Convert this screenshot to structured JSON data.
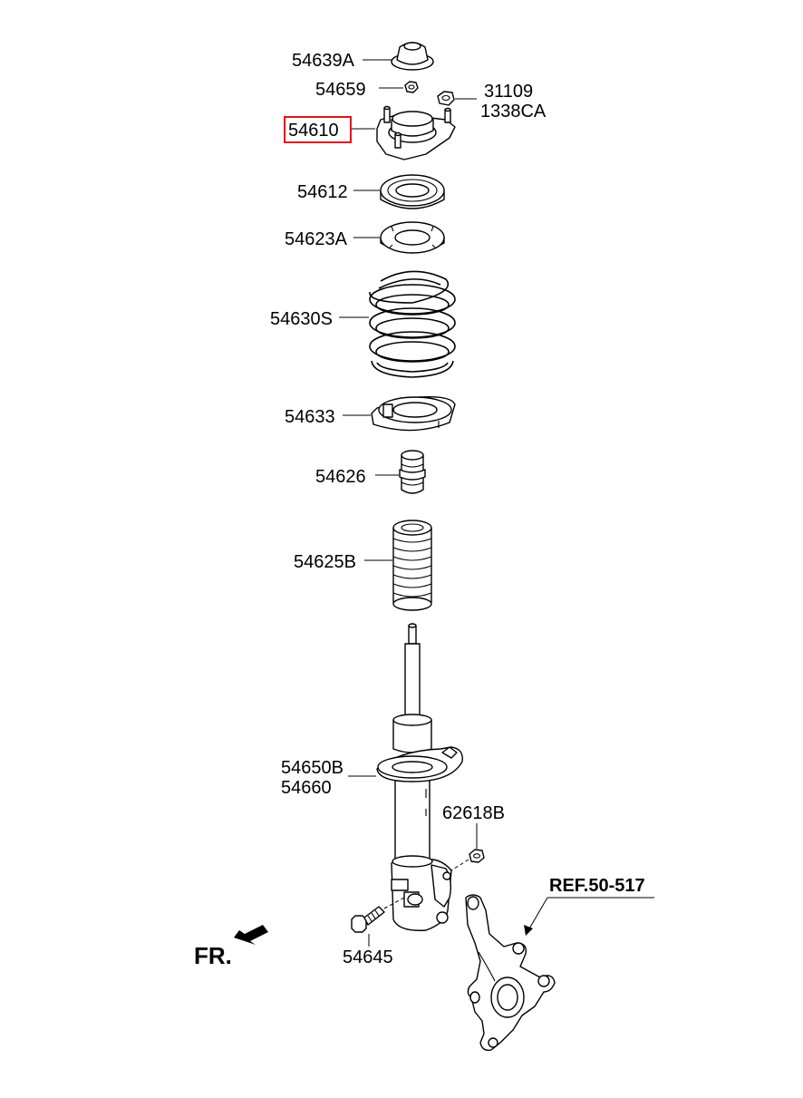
{
  "parts": {
    "p54639A": "54639A",
    "p54659": "54659",
    "p31109": "31109",
    "p1338CA": "1338CA",
    "p54610": "54610",
    "p54612": "54612",
    "p54623A": "54623A",
    "p54630S": "54630S",
    "p54633": "54633",
    "p54626": "54626",
    "p54625B": "54625B",
    "p54650B": "54650B",
    "p54660": "54660",
    "p62618B": "62618B",
    "p54645": "54645",
    "ref": "REF.50-517"
  },
  "direction_label": "FR.",
  "highlighted_part": "54610",
  "highlight_color": "#e0141e"
}
